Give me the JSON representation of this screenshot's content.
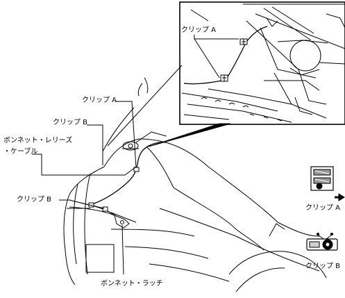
{
  "labels": {
    "inset_clip_a": "クリップ A",
    "clip_a": "クリップ A",
    "clip_b_upper": "クリップ B",
    "bonnet_release_cable_line1": "ボンネット・レリーズ",
    "bonnet_release_cable_line2": "・ケーブル",
    "clip_b_lower": "クリップ B",
    "bonnet_latch": "ボンネット・ラッチ",
    "legend_clip_a": "クリップ A",
    "legend_clip_b": "クリップ B"
  },
  "icons": {
    "clip_a_symbol": "clip-a-icon",
    "clip_b_symbol": "clip-b-icon",
    "direction_arrow": "arrow-right-icon"
  },
  "colors": {
    "line": "#000000",
    "background": "#ffffff",
    "icon_gray": "#9a9a9a"
  }
}
